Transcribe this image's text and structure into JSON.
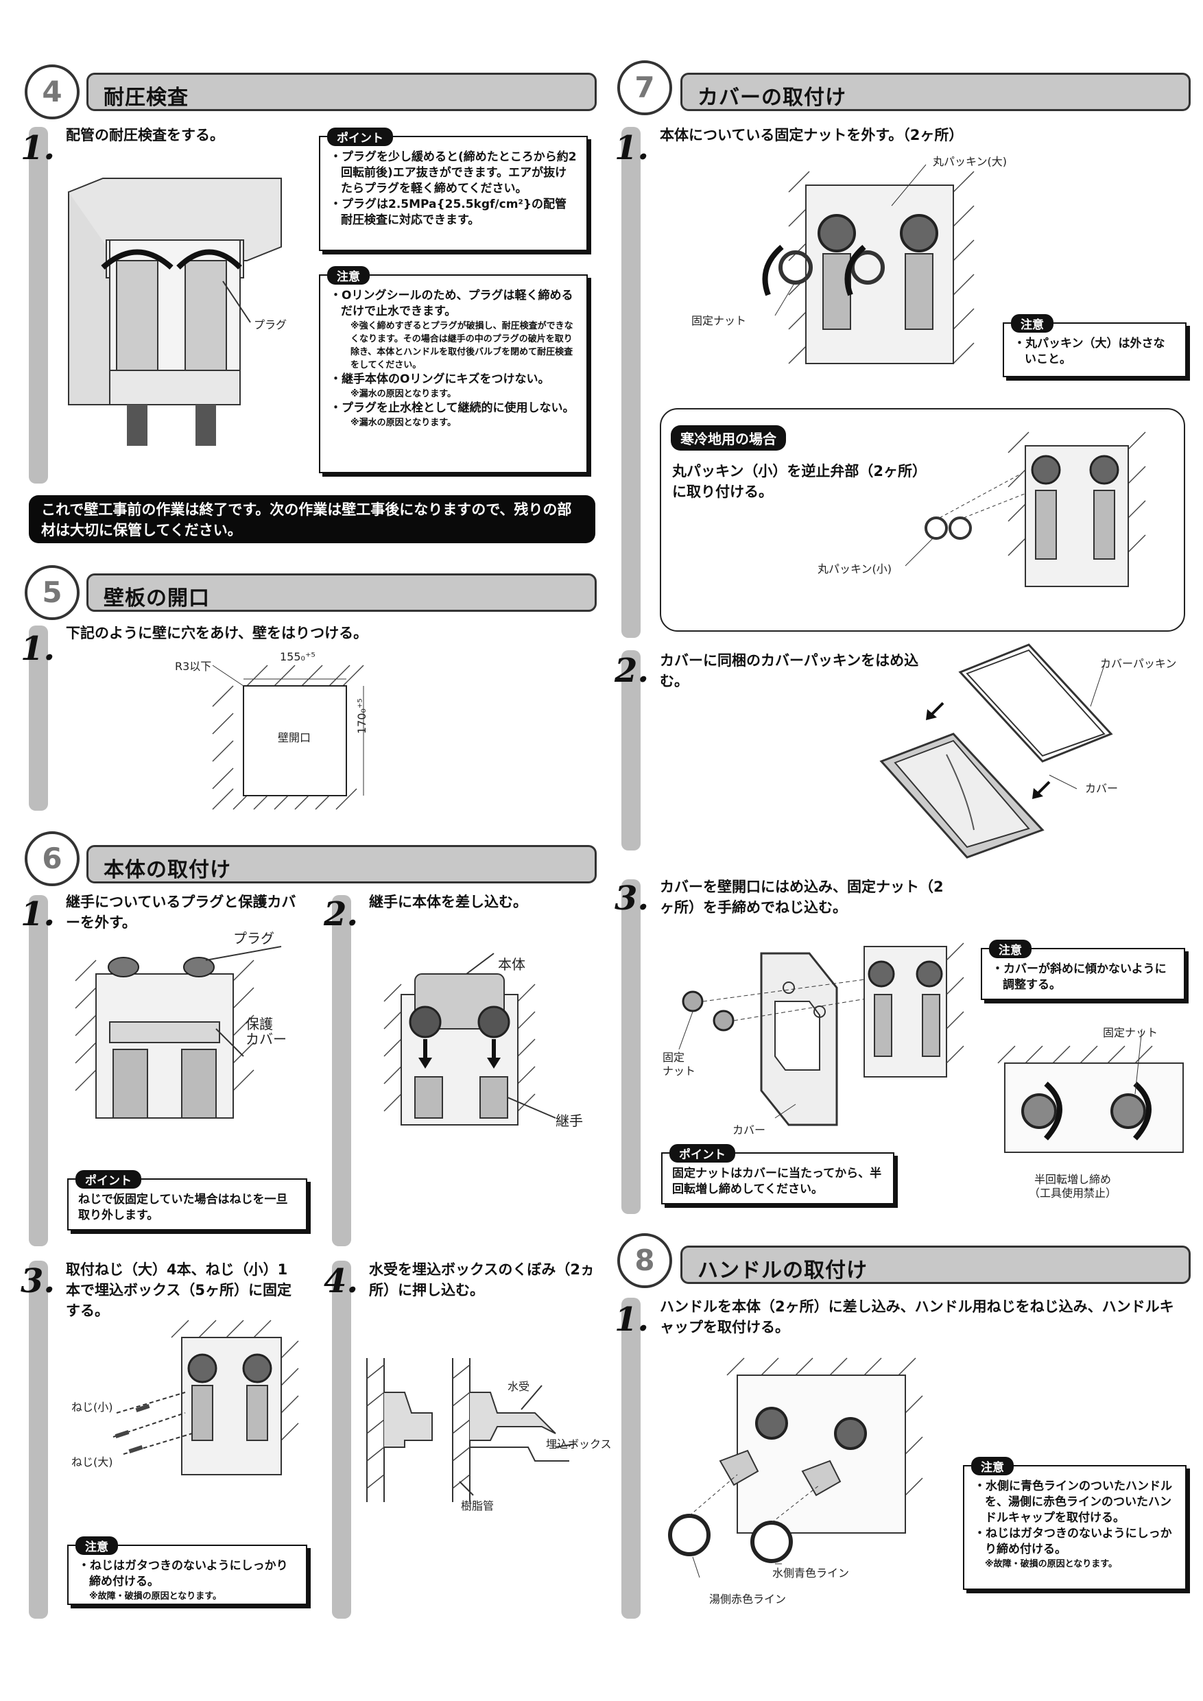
{
  "s4": {
    "num": "4",
    "title": "耐圧検査",
    "step1": "1.",
    "step1_text": "配管の耐圧検査をする。",
    "label_plug": "プラグ",
    "point_tag": "ポイント",
    "point_items": [
      "・プラグを少し緩めると(締めたところから約2回転前後)エア抜きができます。エアが抜けたらプラグを軽く締めてください。",
      "・プラグは2.5MPa{25.5kgf/cm²}の配管耐圧検査に対応できます。"
    ],
    "caution_tag": "注意",
    "caution_item1": "・Oリングシールのため、プラグは軽く締めるだけで止水できます。",
    "caution_sub1": "※強く締めすぎるとプラグが破損し、耐圧検査ができなくなります。その場合は継手の中のプラグの破片を取り除き、本体とハンドルを取付後バルブを閉めて耐圧検査をしてください。",
    "caution_item2": "・継手本体のOリングにキズをつけない。",
    "caution_sub2": "※漏水の原因となります。",
    "caution_item3": "・プラグを止水栓として継続的に使用しない。",
    "caution_sub3": "※漏水の原因となります。",
    "banner": "これで壁工事前の作業は終了です。次の作業は壁工事後になりますので、残りの部材は大切に保管してください。"
  },
  "s5": {
    "num": "5",
    "title": "壁板の開口",
    "step1": "1.",
    "step1_text": "下記のように壁に穴をあけ、壁をはりつける。",
    "label_r3": "R3以下",
    "label_width": "155₀⁺⁵",
    "label_height": "170₀⁺⁵",
    "label_opening": "壁開口"
  },
  "s6": {
    "num": "6",
    "title": "本体の取付け",
    "step1": "1.",
    "step1_text": "継手についているプラグと保護カバーを外す。",
    "label_plug": "プラグ",
    "label_cover": "保護\nカバー",
    "point_tag": "ポイント",
    "point_text": "ねじで仮固定していた場合はねじを一旦取り外します。",
    "step2": "2.",
    "step2_text": "継手に本体を差し込む。",
    "label_body": "本体",
    "label_joint": "継手",
    "step3": "3.",
    "step3_text": "取付ねじ（大）4本、ねじ（小）1本で埋込ボックス（5ヶ所）に固定する。",
    "label_screw_small": "ねじ(小)",
    "label_screw_large": "ねじ(大)",
    "caution_tag": "注意",
    "caution_item": "・ねじはガタつきのないようにしっかり締め付ける。",
    "caution_sub": "※故障・破損の原因となります。",
    "step4": "4.",
    "step4_text": "水受を埋込ボックスのくぼみ（2ヵ所）に押し込む。",
    "label_tray": "水受",
    "label_box": "埋込ボックス",
    "label_pipe": "樹脂管"
  },
  "s7": {
    "num": "7",
    "title": "カバーの取付け",
    "step1": "1.",
    "step1_text": "本体についている固定ナットを外す。（2ヶ所）",
    "label_packing_large": "丸パッキン(大)",
    "label_nut": "固定ナット",
    "caution1_tag": "注意",
    "caution1_item": "・丸パッキン（大）は外さないこと。",
    "cold_tag": "寒冷地用の場合",
    "cold_text": "丸パッキン（小）を逆止弁部（2ヶ所）に取り付ける。",
    "label_packing_small": "丸パッキン(小)",
    "step2": "2.",
    "step2_text": "カバーに同梱のカバーパッキンをはめ込む。",
    "label_cover_packing": "カバーパッキン",
    "label_cover": "カバー",
    "step3": "3.",
    "step3_text": "カバーを壁開口にはめ込み、固定ナット（2ヶ所）を手締めでねじ込む。",
    "caution3_tag": "注意",
    "caution3_item": "・カバーが斜めに傾かないように調整する。",
    "label_nut2": "固定\nナット",
    "label_cover2": "カバー",
    "label_nut3": "固定ナット",
    "label_halfturn": "半回転増し締め\n（工具使用禁止）",
    "point_tag": "ポイント",
    "point_text": "固定ナットはカバーに当たってから、半回転増し締めしてください。"
  },
  "s8": {
    "num": "8",
    "title": "ハンドルの取付け",
    "step1": "1.",
    "step1_text": "ハンドルを本体（2ヶ所）に差し込み、ハンドル用ねじをねじ込み、ハンドルキャップを取付ける。",
    "caution_tag": "注意",
    "caution_item1": "・水側に青色ラインのついたハンドルを、湯側に赤色ラインのついたハンドルキャップを取付ける。",
    "caution_item2": "・ねじはガタつきのないようにしっかり締め付ける。",
    "caution_sub": "※故障・破損の原因となります。",
    "label_blue": "水側青色ライン",
    "label_red": "湯側赤色ライン"
  }
}
